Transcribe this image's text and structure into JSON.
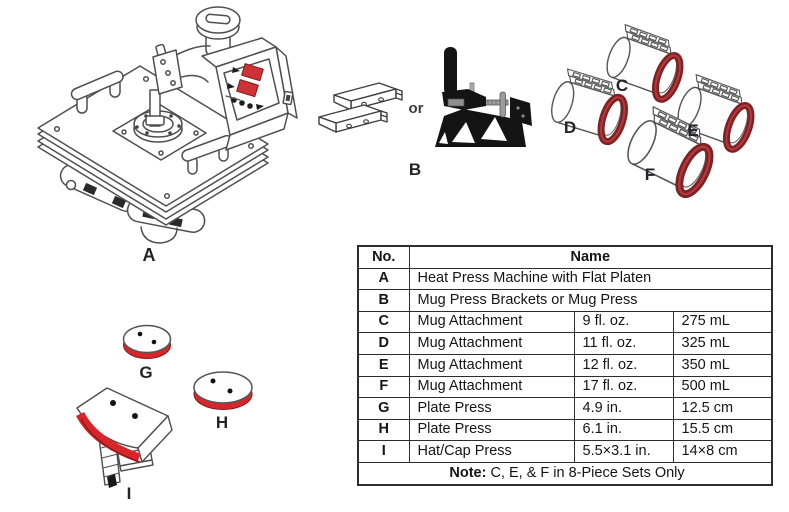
{
  "page": {
    "background": "#ffffff"
  },
  "figure_labels": {
    "a": "A",
    "b": "B",
    "c": "C",
    "d": "D",
    "e": "E",
    "f": "F",
    "g": "G",
    "h": "H",
    "i": "I",
    "or": "or"
  },
  "colors": {
    "outline_gray": "#4f4f4f",
    "bright_red": "#d8252a",
    "maroon_ring": "#7e2224",
    "led_red": "#cf3236",
    "silhouette_black": "#141414",
    "table_border": "#2d2d2d"
  },
  "table": {
    "header": {
      "no": "No.",
      "name": "Name"
    },
    "rows": [
      {
        "no": "A",
        "name": "Heat Press Machine with Flat Platen"
      },
      {
        "no": "B",
        "name": "Mug Press Brackets or Mug Press"
      },
      {
        "no": "C",
        "name": "Mug Attachment",
        "size": "9 fl. oz.",
        "metric": "275 mL"
      },
      {
        "no": "D",
        "name": "Mug Attachment",
        "size": "11 fl. oz.",
        "metric": "325 mL"
      },
      {
        "no": "E",
        "name": "Mug Attachment",
        "size": "12 fl. oz.",
        "metric": "350 mL"
      },
      {
        "no": "F",
        "name": "Mug Attachment",
        "size": "17 fl. oz.",
        "metric": "500 mL"
      },
      {
        "no": "G",
        "name": "Plate Press",
        "size": "4.9 in.",
        "metric": "12.5 cm"
      },
      {
        "no": "H",
        "name": "Plate Press",
        "size": "6.1 in.",
        "metric": "15.5 cm"
      },
      {
        "no": "I",
        "name": "Hat/Cap Press",
        "size": "5.5×3.1 in.",
        "metric": "14×8 cm"
      }
    ],
    "note": {
      "label": "Note:",
      "text": " C, E, & F in 8-Piece Sets Only"
    }
  }
}
